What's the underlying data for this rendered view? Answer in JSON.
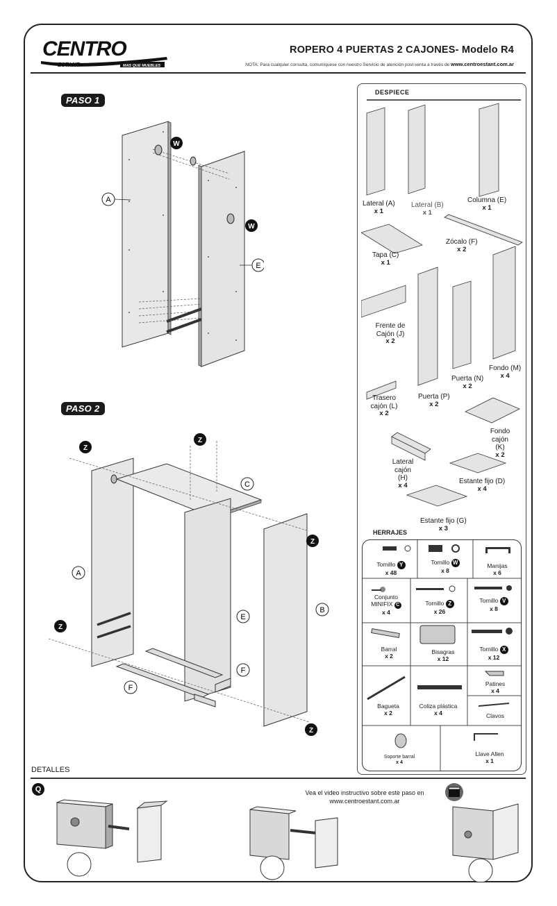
{
  "header": {
    "brand": "CENTRO",
    "brand_sub": "ESTANT",
    "brand_tagline": "MAS QUE MUEBLES",
    "title": "ROPERO 4 PUERTAS 2 CAJONES- Modelo R4",
    "note_prefix": "NOTA: Para cualquier consulta, comuníquese con nuestro Servicio de atención post-venta a través de",
    "note_url": "www.centroestant.com.ar"
  },
  "steps": {
    "paso1": "PASO 1",
    "paso2": "PASO 2"
  },
  "step1_labels": {
    "a": "A",
    "e": "E",
    "w1": "W",
    "w2": "W"
  },
  "step2_labels": {
    "a": "A",
    "b": "B",
    "c": "C",
    "e": "E",
    "f1": "F",
    "f2": "F",
    "z": "Z"
  },
  "despiece": {
    "title": "DESPIECE",
    "items": [
      {
        "name": "Lateral",
        "code": "A",
        "qty": "x 1"
      },
      {
        "name": "Lateral",
        "code": "B",
        "qty": "x 1"
      },
      {
        "name": "Columna",
        "code": "E",
        "qty": "x 1"
      },
      {
        "name": "Tapa",
        "code": "C",
        "qty": "x 1"
      },
      {
        "name": "Zócalo",
        "code": "F",
        "qty": "x 2"
      },
      {
        "name": "Frente de Cajón",
        "code": "J",
        "qty": "x 2"
      },
      {
        "name": "Trasero cajón",
        "code": "L",
        "qty": "x 2"
      },
      {
        "name": "Puerta",
        "code": "P",
        "qty": "x 2"
      },
      {
        "name": "Puerta",
        "code": "N",
        "qty": "x 2"
      },
      {
        "name": "Fondo",
        "code": "M",
        "qty": "x 4"
      },
      {
        "name": "Fondo cajón",
        "code": "K",
        "qty": "x 2"
      },
      {
        "name": "Lateral cajón",
        "code": "H",
        "qty": "x 4"
      },
      {
        "name": "Estante fijo",
        "code": "D",
        "qty": "x 4"
      },
      {
        "name": "Estante fijo",
        "code": "G",
        "qty": "x 3"
      }
    ]
  },
  "herrajes": {
    "title": "HERRAJES",
    "items": [
      {
        "name": "Tornillo",
        "code": "Y",
        "qty": "x 48"
      },
      {
        "name": "Tornillo",
        "code": "W",
        "qty": "x 8"
      },
      {
        "name": "Manijas",
        "code": "",
        "qty": "x 6"
      },
      {
        "name": "Conjunto MINIFIX",
        "code": "C",
        "qty": "x 4"
      },
      {
        "name": "Tornillo",
        "code": "Z",
        "qty": "x 26"
      },
      {
        "name": "Tornillo",
        "code": "V",
        "qty": "x 8"
      },
      {
        "name": "Barral",
        "code": "",
        "qty": "x 2"
      },
      {
        "name": "Bisagras",
        "code": "",
        "qty": "x 12"
      },
      {
        "name": "Tornillo",
        "code": "X",
        "qty": "x 12"
      },
      {
        "name": "Bagueta",
        "code": "",
        "qty": "x 2"
      },
      {
        "name": "Coliza plástica",
        "code": "",
        "qty": "x 4"
      },
      {
        "name": "Patines",
        "code": "",
        "qty": "x 4"
      },
      {
        "name": "Clavos",
        "code": "",
        "qty": ""
      },
      {
        "name": "Soporte barral",
        "code": "",
        "qty": "x 4"
      },
      {
        "name": "Llave Allen",
        "code": "",
        "qty": "x 1"
      }
    ]
  },
  "detalles": {
    "title": "DETALLES",
    "marker": "Q",
    "video_text": "Vea el video instructivo sobre este paso en",
    "video_url": "www.centroestant.com.ar"
  }
}
